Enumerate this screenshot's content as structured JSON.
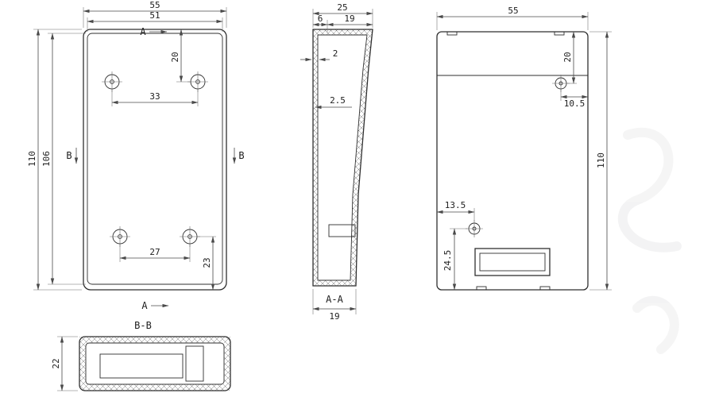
{
  "front_view": {
    "width_outer": "55",
    "width_inner": "51",
    "height_outer": "110",
    "height_inner": "106",
    "hole_top_offset": "20",
    "hole_top_spacing": "33",
    "hole_bottom_spacing": "27",
    "hole_bottom_offset": "23",
    "marker_a": "A",
    "marker_b": "B"
  },
  "section_aa": {
    "total_width": "25",
    "lip": "6",
    "opening": "19",
    "wall_front": "2",
    "wall_side": "2.5",
    "label": "A-A",
    "bottom_width": "19"
  },
  "back_view": {
    "width": "55",
    "height": "110",
    "hole_top_offset": "20",
    "hole_right_offset": "10.5",
    "hole_left_offset": "13.5",
    "slot_offset": "24.5"
  },
  "section_bb": {
    "label": "B-B",
    "depth": "22"
  }
}
